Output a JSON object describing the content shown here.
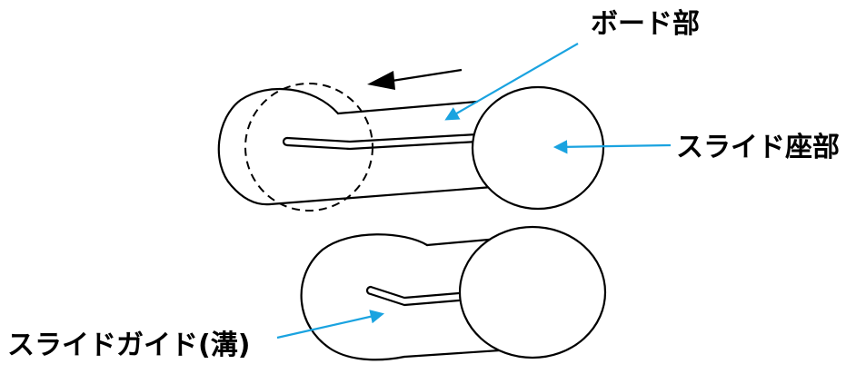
{
  "labels": {
    "board": "ボード部",
    "slide_seat": "スライド座部",
    "slide_guide": "スライドガイド(溝)"
  },
  "colors": {
    "leader": "#1aa3e0",
    "line": "#000000",
    "background": "#ffffff"
  }
}
